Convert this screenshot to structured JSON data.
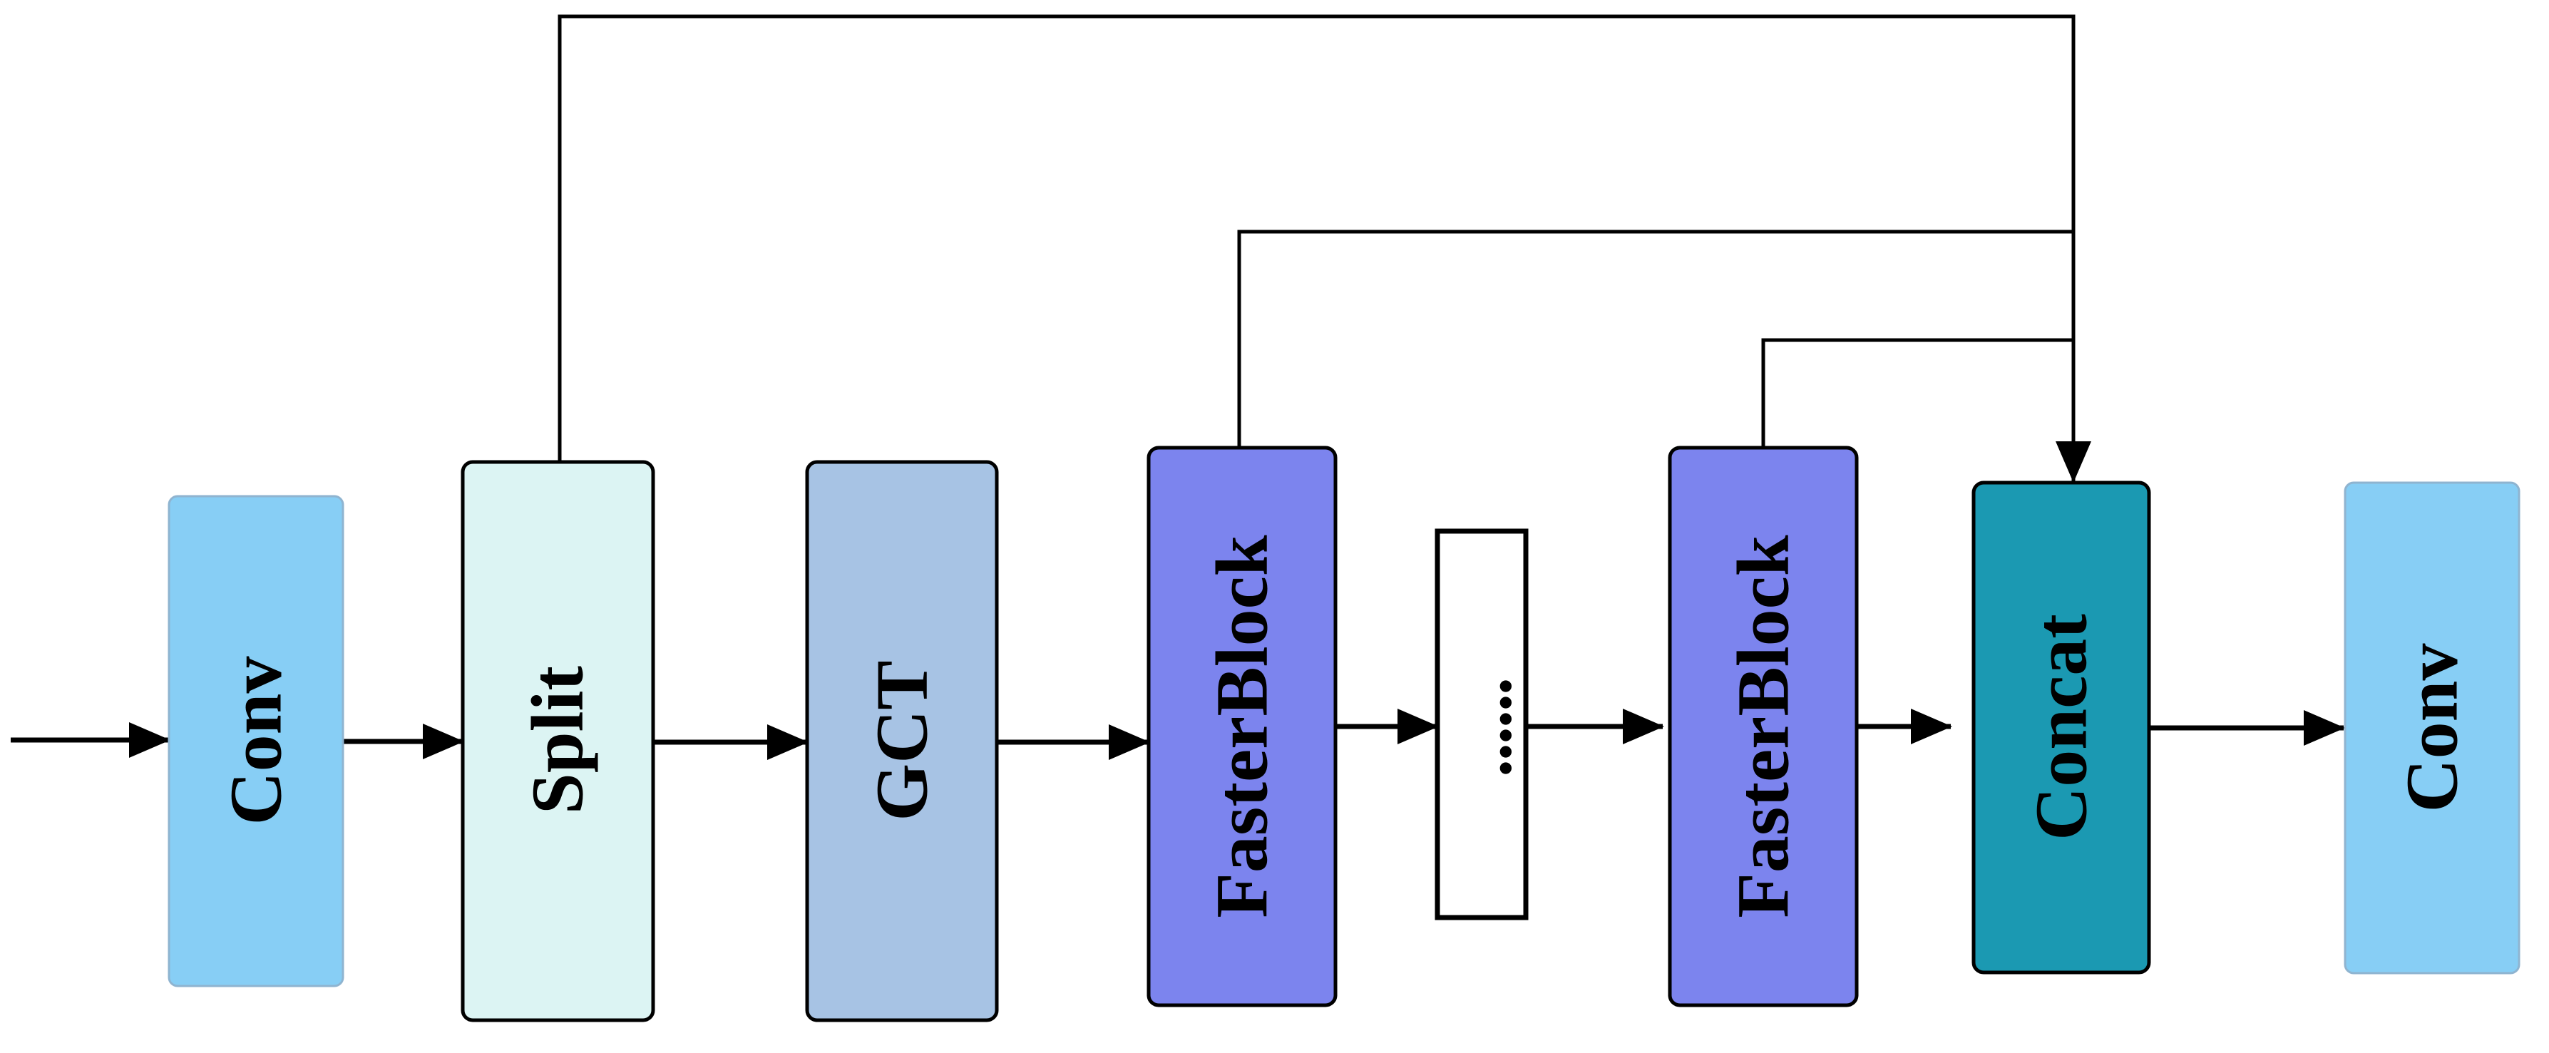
{
  "blocks": {
    "conv_in": {
      "label": "Conv",
      "fill": "#87CEF5"
    },
    "split": {
      "label": "Split",
      "fill": "#DCF4F3"
    },
    "gct": {
      "label": "GCT",
      "fill": "#A7C3E4"
    },
    "faster1": {
      "label": "FasterBlock",
      "fill": "#7C84EE"
    },
    "ellipsis": {
      "label": "••••••",
      "fill": "#FFFFFF"
    },
    "faster2": {
      "label": "FasterBlock",
      "fill": "#7C84EE"
    },
    "concat": {
      "label": "Concat",
      "fill": "#1B99B2"
    },
    "conv_out": {
      "label": "Conv",
      "fill": "#87CEF5"
    }
  },
  "colors": {
    "line": "#000000"
  }
}
